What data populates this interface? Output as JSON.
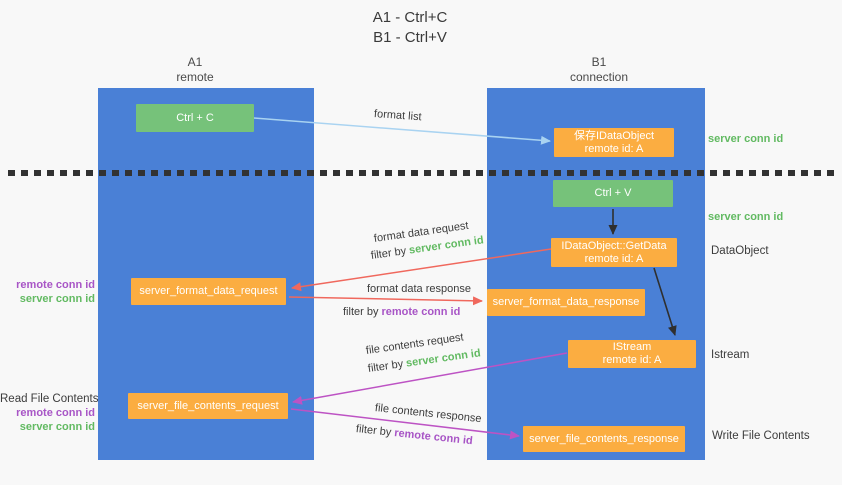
{
  "title": {
    "line1": "A1 - Ctrl+C",
    "line2": "B1 - Ctrl+V"
  },
  "panels": {
    "left": {
      "title": "A1",
      "subtitle": "remote"
    },
    "right": {
      "title": "B1",
      "subtitle": "connection"
    }
  },
  "boxes": {
    "ctrl_c": {
      "label": "Ctrl + C"
    },
    "save_dataobject": {
      "line1": "保存IDataObject",
      "line2": "remote id: A"
    },
    "ctrl_v": {
      "label": "Ctrl + V"
    },
    "getdata": {
      "line1": "IDataObject::GetData",
      "line2": "remote id: A"
    },
    "format_request": {
      "label": "server_format_data_request"
    },
    "format_response": {
      "label": "server_format_data_response"
    },
    "istream": {
      "line1": "IStream",
      "line2": "remote id: A"
    },
    "file_request": {
      "label": "server_file_contents_request"
    },
    "file_response": {
      "label": "server_file_contents_response"
    }
  },
  "flow_labels": {
    "format_list": "format list",
    "format_data_request": "format data request",
    "format_data_response": "format data response",
    "file_contents_request": "file contents request",
    "file_contents_response": "file contents response",
    "filter_by": "filter by",
    "server_conn_id": "server conn id",
    "remote_conn_id": "remote conn id"
  },
  "side_labels": {
    "server_conn_id_top": "server conn id",
    "server_conn_id_mid": "server conn id",
    "dataobject": "DataObject",
    "istream": "Istream",
    "write_file_contents": "Write File Contents",
    "read_file_contents": "Read File Contents",
    "remote_conn_id": "remote conn id",
    "server_conn_id": "server conn id"
  },
  "colors": {
    "background": "#f8f8f8",
    "panel_blue": "#4a80d6",
    "box_orange": "#fbad41",
    "box_green": "#76c27a",
    "arrow_blue": "#a9d3f1",
    "arrow_black": "#2f2f2f",
    "arrow_red": "#f0685d",
    "arrow_magenta": "#bd53c4",
    "text_green": "#62ba62",
    "text_purple": "#a855c6",
    "text_dark": "#3c3c3c",
    "dotted_line": "#323232"
  }
}
